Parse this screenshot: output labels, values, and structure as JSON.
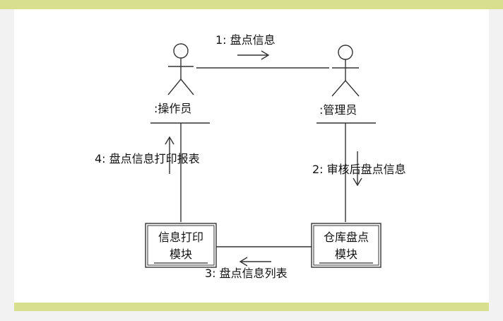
{
  "actors": {
    "operator": ":操作员",
    "manager": ":管理员"
  },
  "modules": {
    "print": {
      "line1": "信息打印",
      "line2": "模块"
    },
    "warehouse": {
      "line1": "仓库盘点",
      "line2": "模块"
    }
  },
  "messages": {
    "m1": "1: 盘点信息",
    "m2": "2: 审核后盘点信息",
    "m3": "3: 盘点信息列表",
    "m4": "4: 盘点信息打印报表"
  }
}
